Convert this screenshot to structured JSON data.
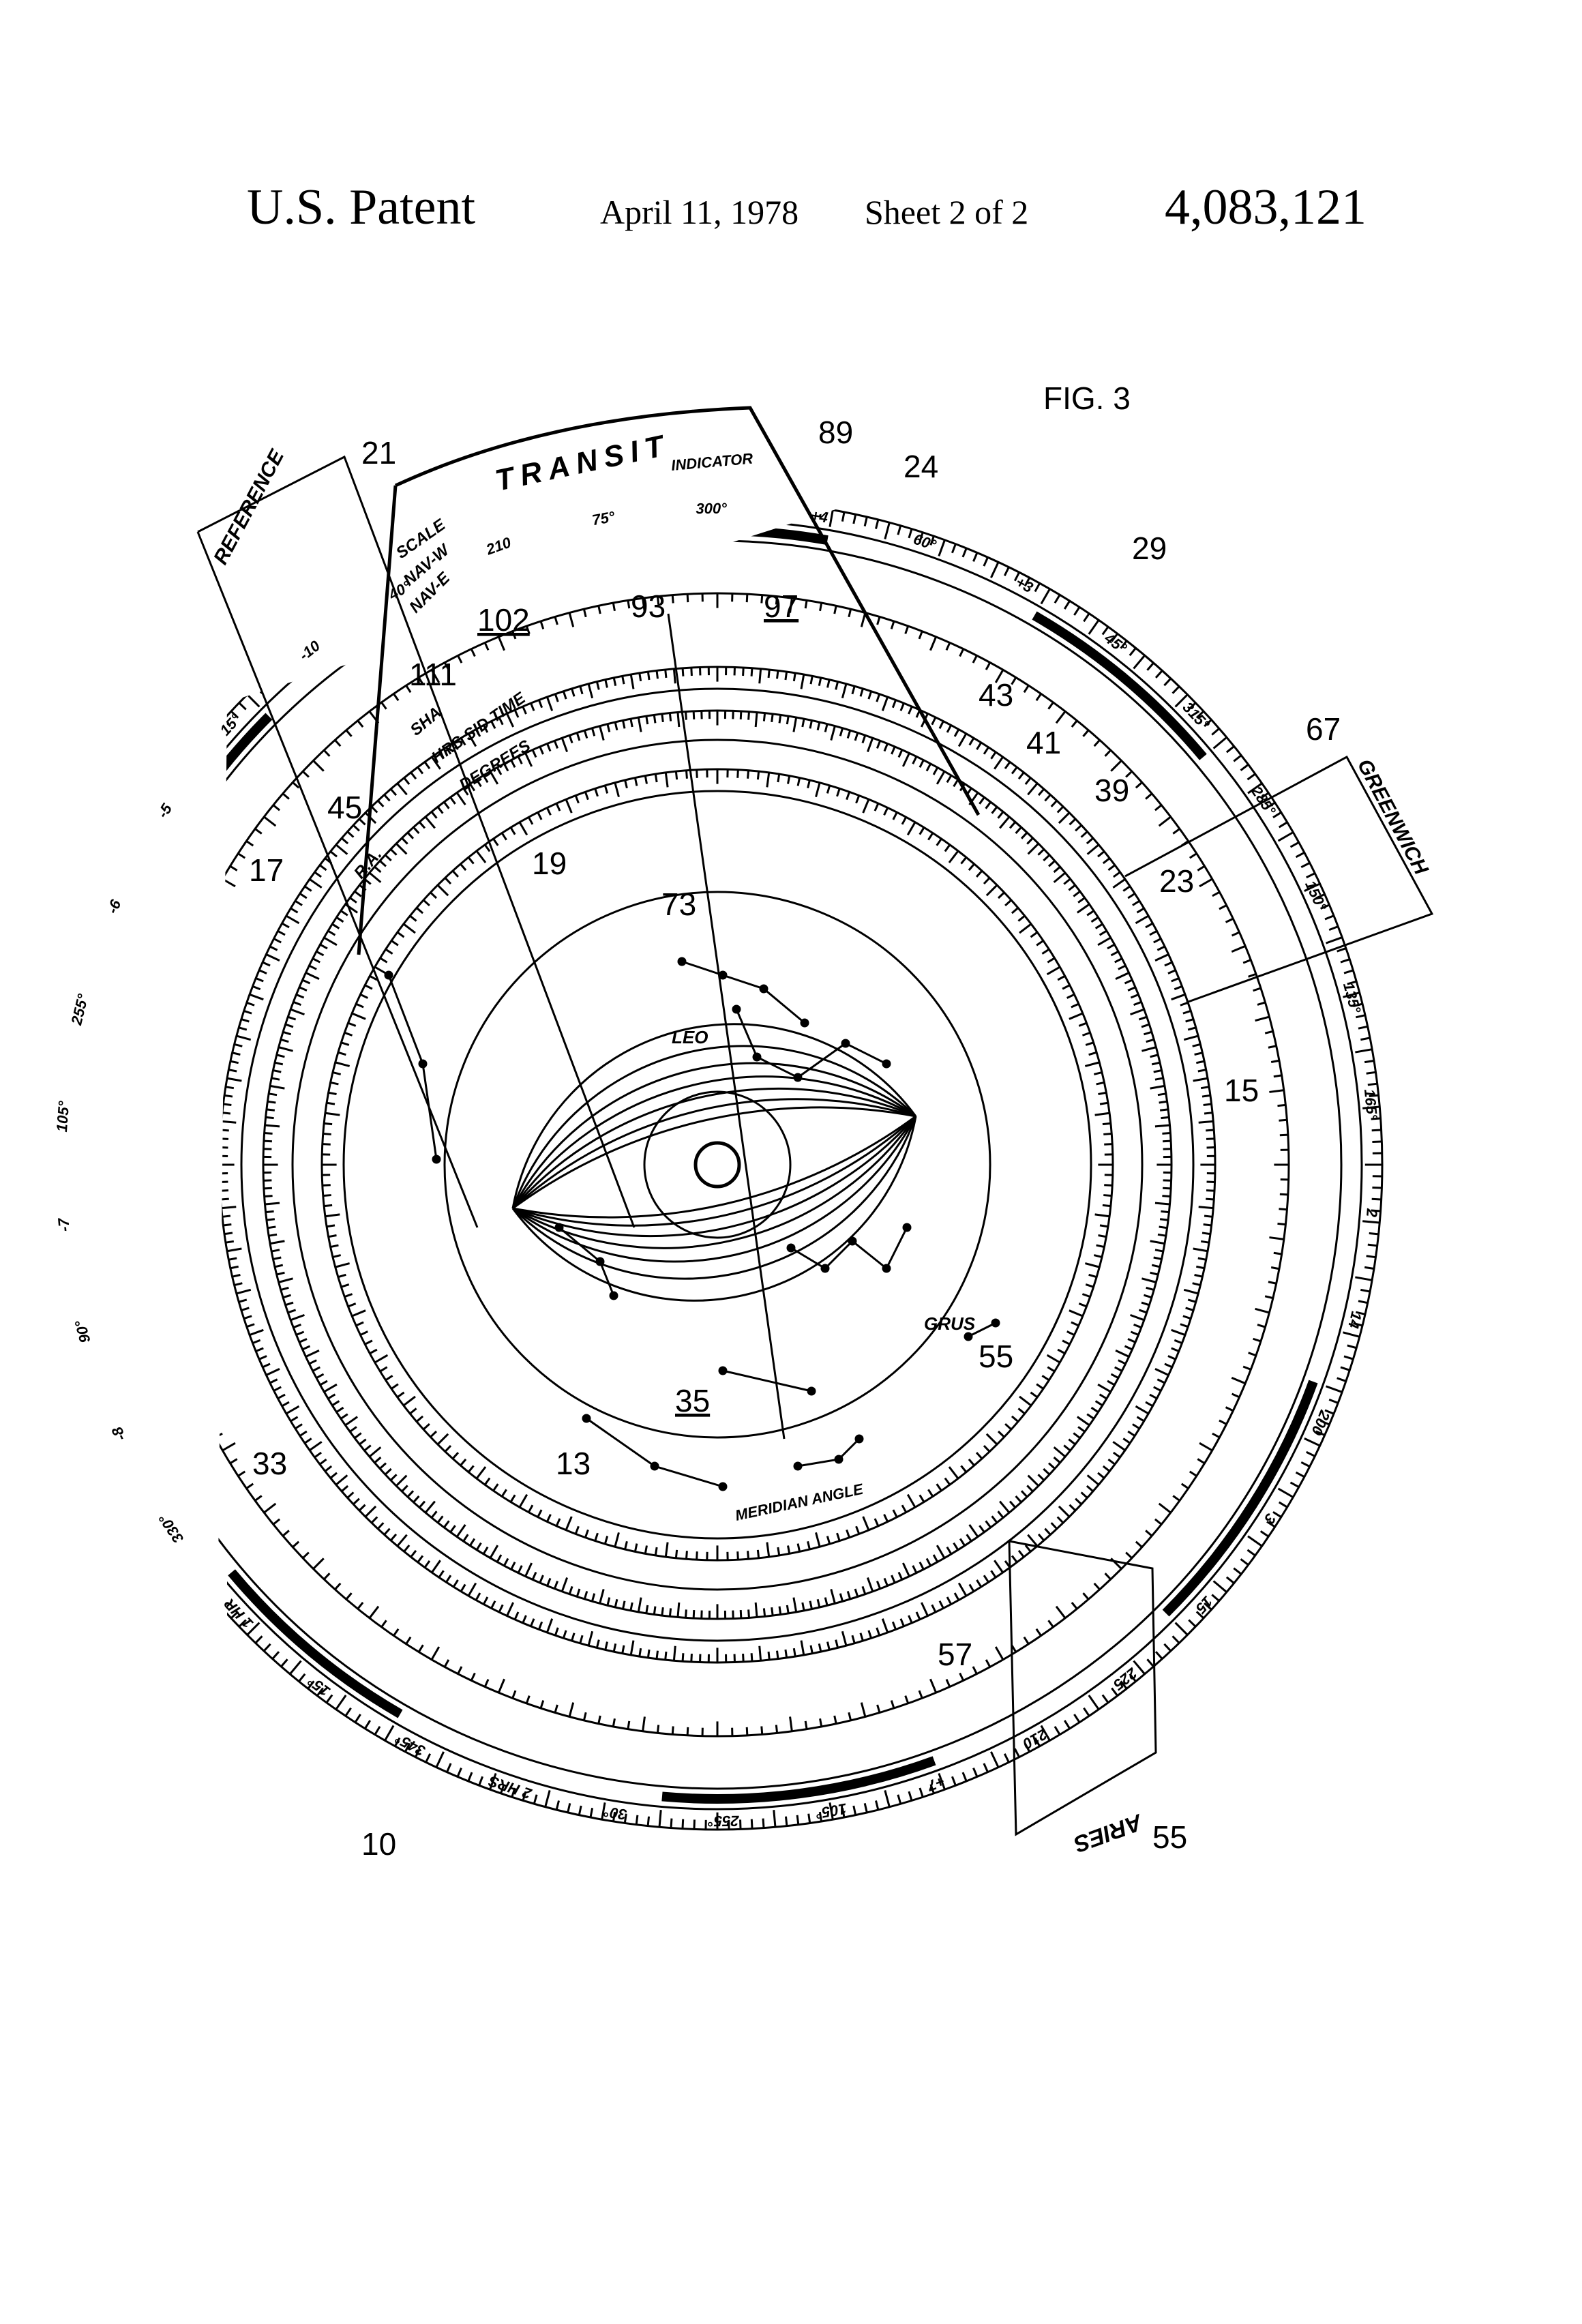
{
  "header": {
    "patent_label": "U.S. Patent",
    "date": "April 11, 1978",
    "sheet": "Sheet 2 of 2",
    "patent_number": "4,083,121"
  },
  "figure": {
    "title": "FIG. 3",
    "captions": {
      "transit": "TRANSIT",
      "indicator": "INDICATOR",
      "scale": "SCALE",
      "nav_w": "NAV-W",
      "nav_e": "NAV-E",
      "reference": "REFERENCE",
      "greenwich": "GREENWICH",
      "aries": "ARIES",
      "sha": "SHA",
      "hrs_sid_time": "HRS SID TIME",
      "degrees": "DEGREES",
      "ra": "R.A.",
      "meridian_angle": "MERIDIAN ANGLE",
      "leo": "LEO",
      "grus": "GRUS"
    },
    "scale_marks": [
      "75°",
      "300°",
      "+4",
      "60°",
      "+3",
      "45°",
      "315°",
      "285°",
      "150°",
      "135°",
      "165°",
      "2",
      "14",
      "200",
      "3",
      "15",
      "225",
      "210",
      "+7",
      "105°",
      "255°",
      "30°",
      "2 HRS",
      "345°",
      "15°",
      "1 HR",
      "330°",
      "-8",
      "90°",
      "-7",
      "105°",
      "255°",
      "-6",
      "-5",
      "15°",
      "-10",
      "40°",
      "210"
    ],
    "reference_numerals": {
      "n21": "21",
      "n89": "89",
      "n24": "24",
      "n29": "29",
      "n67": "67",
      "n102": "102",
      "n93": "93",
      "n97": "97",
      "n111": "111",
      "n43": "43",
      "n41": "41",
      "n39": "39",
      "n45": "45",
      "n17": "17",
      "n19": "19",
      "n73": "73",
      "n23": "23",
      "n15": "15",
      "n55a": "55",
      "n35": "35",
      "n33": "33",
      "n13": "13",
      "n57": "57",
      "n10": "10",
      "n55b": "55"
    }
  }
}
